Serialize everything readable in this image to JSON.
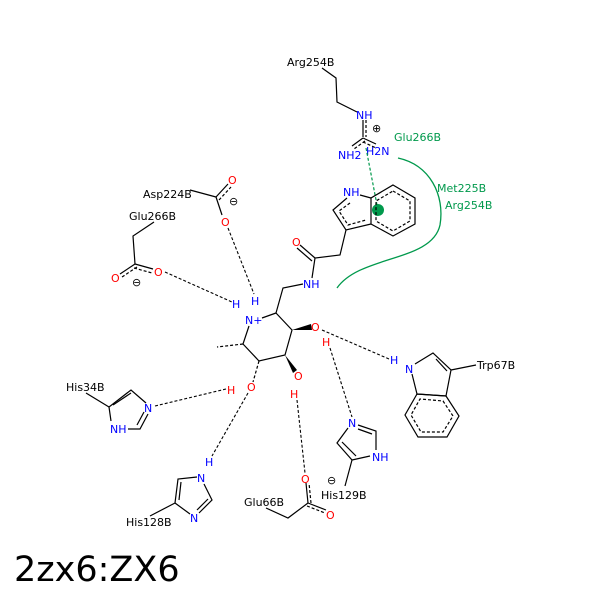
{
  "title": "2zx6:ZX6",
  "residues": {
    "arg254_top": "Arg254B",
    "glu266_green": "Glu266B",
    "met225_green": "Met225B",
    "arg254_green": "Arg254B",
    "asp224": "Asp224B",
    "glu266": "Glu266B",
    "trp67": "Trp67B",
    "his34": "His34B",
    "his128": "His128B",
    "his129": "His129B",
    "glu66": "Glu66B"
  },
  "atoms": {
    "NH": "NH",
    "NH2": "NH2",
    "H2N": "H2N",
    "N": "N",
    "O": "O",
    "H": "H",
    "N_plus": "N+",
    "plus": "⊕",
    "minus": "⊖"
  },
  "colors": {
    "carbon": "#000000",
    "nitrogen": "#0000ff",
    "oxygen": "#ff0000",
    "hydrophobic": "#00994c"
  }
}
